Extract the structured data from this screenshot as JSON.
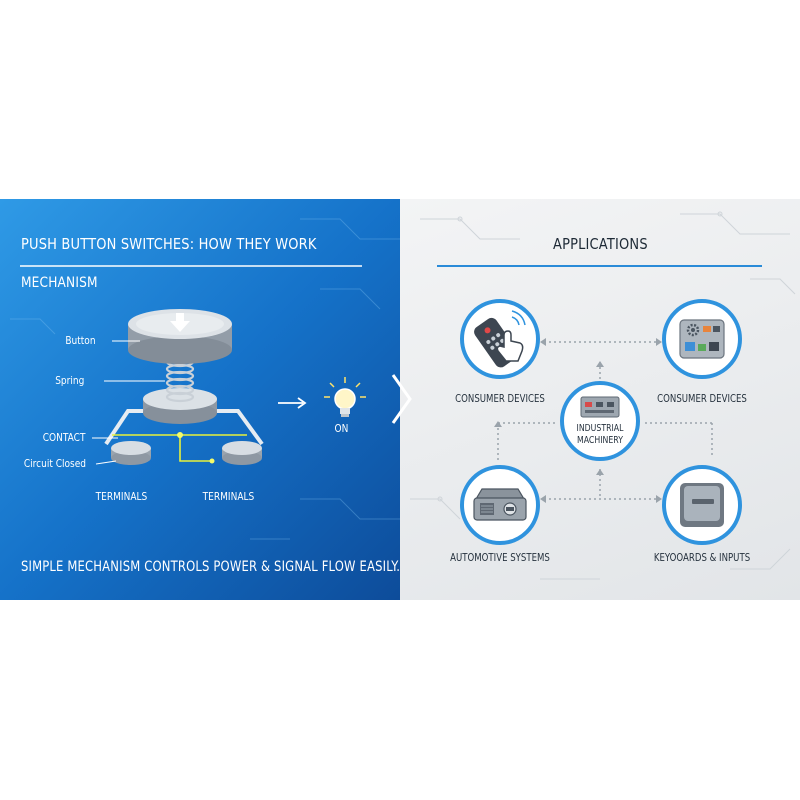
{
  "left": {
    "title": "PUSH BUTTON SWITCHES: HOW THEY WORK",
    "section": "MECHANISM",
    "labels": {
      "button": "Button",
      "spring": "Spring",
      "contact": "CONTACT",
      "circuit": "Circuit Closed",
      "terminal_left": "TERMINALS",
      "terminal_right": "TERMINALS"
    },
    "on_label": "ON",
    "footer": "SIMPLE MECHANISM CONTROLS POWER & SIGNAL FLOW EASILY."
  },
  "right": {
    "title": "APPLICATIONS",
    "nodes": [
      {
        "id": "consumer-devices-remote",
        "label": "CONSUMER DEVICES",
        "icon": "remote-control-icon"
      },
      {
        "id": "consumer-devices-panel",
        "label": "CONSUMER DEVICES",
        "icon": "control-panel-icon"
      },
      {
        "id": "industrial-machinery",
        "label_line1": "INDUSTRIAL",
        "label_line2": "MACHINERY",
        "icon": "industrial-panel-icon"
      },
      {
        "id": "automotive-systems",
        "label": "AUTOMOTIVE SYSTEMS",
        "icon": "car-dashboard-icon"
      },
      {
        "id": "keyboards-inputs",
        "label": "KEYOOARDS & INPUTS",
        "icon": "keyboard-key-icon"
      }
    ]
  },
  "colors": {
    "left_gradient_start": "#2f9ae6",
    "left_gradient_end": "#0d4c9a",
    "right_background": "#eceef0",
    "accent_blue": "#2a8bd8",
    "circuit_yellow": "#e8f23a",
    "circle_ring": "#2f93de"
  }
}
